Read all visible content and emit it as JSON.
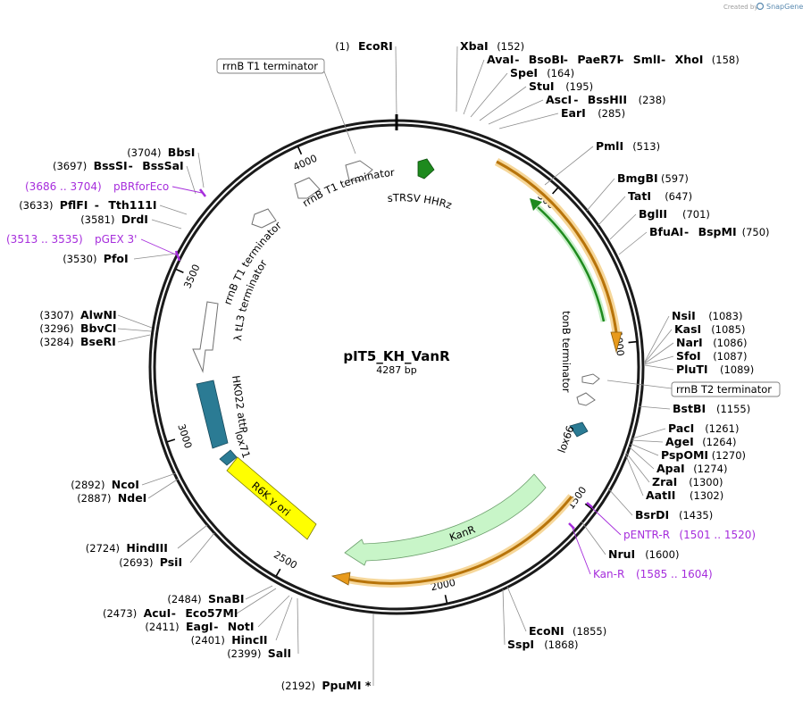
{
  "credit": {
    "prefix": "Created by",
    "brand": "SnapGene"
  },
  "plasmid": {
    "name": "pIT5_KH_VanR",
    "length_label": "4287 bp",
    "length": 4287
  },
  "colors": {
    "backbone": "#1a1a1a",
    "primer": "#a62ddc",
    "orange_arrow": "#e89a1c",
    "green_feature": "#1e8a1e",
    "teal_feature": "#2b7b94",
    "yellow_feature": "#ffff00",
    "kanr_fill": "#c8f5c8",
    "terminator_fill": "#ffffff"
  },
  "ticks": [
    "500",
    "1000",
    "1500",
    "2000",
    "2500",
    "3000",
    "3500",
    "4000"
  ],
  "sites_right": [
    {
      "key": "r0",
      "parts": [
        {
          "name": "XbaI"
        }
      ],
      "pos": "(152)"
    },
    {
      "key": "r1",
      "parts": [
        {
          "name": "AvaI"
        },
        {
          "name": "BsoBI"
        },
        {
          "name": "PaeR7I"
        },
        {
          "name": "SmlI"
        },
        {
          "name": "XhoI"
        }
      ],
      "pos": "(158)"
    },
    {
      "key": "r2",
      "parts": [
        {
          "name": "SpeI"
        }
      ],
      "pos": "(164)"
    },
    {
      "key": "r3",
      "parts": [
        {
          "name": "StuI"
        }
      ],
      "pos": "(195)"
    },
    {
      "key": "r4",
      "parts": [
        {
          "name": "AscI"
        },
        {
          "name": "BssHII"
        }
      ],
      "pos": "(238)"
    },
    {
      "key": "r5",
      "parts": [
        {
          "name": "EarI"
        }
      ],
      "pos": "(285)"
    },
    {
      "key": "r6",
      "parts": [
        {
          "name": "PmlI"
        }
      ],
      "pos": "(513)"
    },
    {
      "key": "r7",
      "parts": [
        {
          "name": "BmgBI"
        }
      ],
      "pos": "(597)"
    },
    {
      "key": "r8",
      "parts": [
        {
          "name": "TatI"
        }
      ],
      "pos": "(647)"
    },
    {
      "key": "r9",
      "parts": [
        {
          "name": "BglII"
        }
      ],
      "pos": "(701)"
    },
    {
      "key": "r10",
      "parts": [
        {
          "name": "BfuAI"
        },
        {
          "name": "BspMI"
        }
      ],
      "pos": "(750)"
    },
    {
      "key": "r11",
      "parts": [
        {
          "name": "NsiI"
        }
      ],
      "pos": "(1083)"
    },
    {
      "key": "r12",
      "parts": [
        {
          "name": "KasI"
        }
      ],
      "pos": "(1085)"
    },
    {
      "key": "r13",
      "parts": [
        {
          "name": "NarI"
        }
      ],
      "pos": "(1086)"
    },
    {
      "key": "r14",
      "parts": [
        {
          "name": "SfoI"
        }
      ],
      "pos": "(1087)"
    },
    {
      "key": "r15",
      "parts": [
        {
          "name": "PluTI"
        }
      ],
      "pos": "(1089)"
    },
    {
      "key": "r16",
      "parts": [
        {
          "name": "BstBI"
        }
      ],
      "pos": "(1155)"
    },
    {
      "key": "r17",
      "parts": [
        {
          "name": "PacI"
        }
      ],
      "pos": "(1261)"
    },
    {
      "key": "r18",
      "parts": [
        {
          "name": "AgeI"
        }
      ],
      "pos": "(1264)"
    },
    {
      "key": "r19",
      "parts": [
        {
          "name": "PspOMI"
        }
      ],
      "pos": "(1270)"
    },
    {
      "key": "r20",
      "parts": [
        {
          "name": "ApaI"
        }
      ],
      "pos": "(1274)"
    },
    {
      "key": "r21",
      "parts": [
        {
          "name": "ZraI"
        }
      ],
      "pos": "(1300)"
    },
    {
      "key": "r22",
      "parts": [
        {
          "name": "AatII"
        }
      ],
      "pos": "(1302)"
    },
    {
      "key": "r23",
      "parts": [
        {
          "name": "BsrDI"
        }
      ],
      "pos": "(1435)"
    },
    {
      "key": "r24",
      "parts": [
        {
          "name": "NruI"
        }
      ],
      "pos": "(1600)"
    },
    {
      "key": "r25",
      "parts": [
        {
          "name": "EcoNI"
        }
      ],
      "pos": "(1855)"
    },
    {
      "key": "r26",
      "parts": [
        {
          "name": "SspI"
        }
      ],
      "pos": "(1868)"
    }
  ],
  "sites_left": [
    {
      "key": "l0",
      "pos": "(1)",
      "parts": [
        {
          "name": "EcoRI"
        }
      ]
    },
    {
      "key": "l1",
      "pos": "(3704)",
      "parts": [
        {
          "name": "BbsI"
        }
      ]
    },
    {
      "key": "l2",
      "pos": "(3697)",
      "parts": [
        {
          "name": "BssSI"
        },
        {
          "name": "BssSaI"
        }
      ]
    },
    {
      "key": "l3",
      "pos": "(3633)",
      "parts": [
        {
          "name": "PflFI"
        },
        {
          "name": "Tth111I"
        }
      ]
    },
    {
      "key": "l4",
      "pos": "(3581)",
      "parts": [
        {
          "name": "DrdI"
        }
      ]
    },
    {
      "key": "l5",
      "pos": "(3530)",
      "parts": [
        {
          "name": "PfoI"
        }
      ]
    },
    {
      "key": "l6",
      "pos": "(3307)",
      "parts": [
        {
          "name": "AlwNI"
        }
      ]
    },
    {
      "key": "l7",
      "pos": "(3296)",
      "parts": [
        {
          "name": "BbvCI"
        }
      ]
    },
    {
      "key": "l8",
      "pos": "(3284)",
      "parts": [
        {
          "name": "BseRI"
        }
      ]
    },
    {
      "key": "l9",
      "pos": "(2892)",
      "parts": [
        {
          "name": "NcoI"
        }
      ]
    },
    {
      "key": "l10",
      "pos": "(2887)",
      "parts": [
        {
          "name": "NdeI"
        }
      ]
    },
    {
      "key": "l11",
      "pos": "(2724)",
      "parts": [
        {
          "name": "HindIII"
        }
      ]
    },
    {
      "key": "l12",
      "pos": "(2693)",
      "parts": [
        {
          "name": "PsiI"
        }
      ]
    },
    {
      "key": "l13",
      "pos": "(2484)",
      "parts": [
        {
          "name": "SnaBI"
        }
      ]
    },
    {
      "key": "l14",
      "pos": "(2473)",
      "parts": [
        {
          "name": "AcuI"
        },
        {
          "name": "Eco57MI"
        }
      ]
    },
    {
      "key": "l15",
      "pos": "(2411)",
      "parts": [
        {
          "name": "EagI"
        },
        {
          "name": "NotI"
        }
      ]
    },
    {
      "key": "l16",
      "pos": "(2401)",
      "parts": [
        {
          "name": "HincII"
        }
      ]
    },
    {
      "key": "l17",
      "pos": "(2399)",
      "parts": [
        {
          "name": "SalI"
        }
      ]
    },
    {
      "key": "l18",
      "pos": "(2192)",
      "parts": [
        {
          "name": "PpuMI *"
        }
      ]
    }
  ],
  "primers": [
    {
      "key": "p0",
      "name": "pBRforEco",
      "range": "(3686 .. 3704)",
      "side": "left"
    },
    {
      "key": "p1",
      "name": "pGEX 3'",
      "range": "(3513 .. 3535)",
      "side": "left"
    },
    {
      "key": "p2",
      "name": "pENTR-R",
      "range": "(1501 .. 1520)",
      "side": "right"
    },
    {
      "key": "p3",
      "name": "Kan-R",
      "range": "(1585 .. 1604)",
      "side": "right"
    }
  ],
  "features": {
    "rrnB_T1_boxed": "rrnB T1 terminator",
    "rrnB_T1_a": "rrnB T1 terminator",
    "rrnB_T1_b": "rrnB T1 terminator",
    "lambda_tL3": "λ tL3 terminator",
    "sTRSV": "sTRSV HHRz",
    "tonB": "tonB terminator",
    "rrnB_T2_boxed": "rrnB T2 terminator",
    "lox66": "lox66",
    "HK022": "HK022 attP",
    "lox71": "lox71",
    "R6K": "R6K γ ori",
    "KanR": "KanR"
  }
}
